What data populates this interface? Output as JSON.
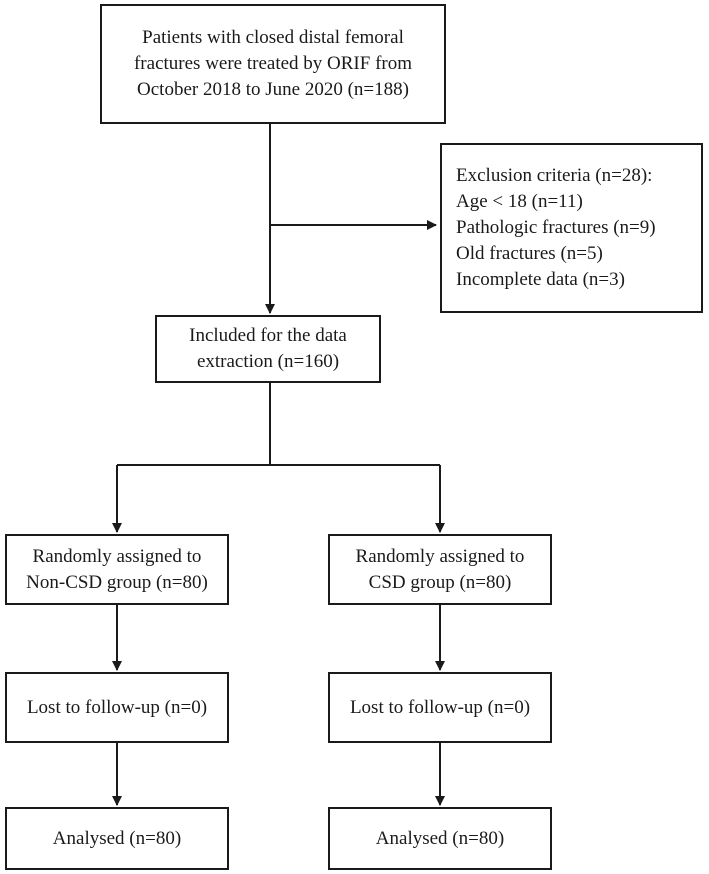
{
  "flow": {
    "start": {
      "lines": [
        "Patients with closed distal femoral",
        "fractures were treated by ORIF from",
        "October 2018 to June 2020 (n=188)"
      ]
    },
    "exclusion": {
      "lines": [
        "Exclusion criteria (n=28):",
        "Age < 18 (n=11)",
        "Pathologic fractures (n=9)",
        "Old fractures (n=5)",
        "Incomplete data (n=3)"
      ]
    },
    "included": {
      "lines": [
        "Included for the data",
        "extraction (n=160)"
      ]
    },
    "left_branch": {
      "assigned": {
        "lines": [
          "Randomly assigned to",
          "Non-CSD group (n=80)"
        ]
      },
      "lost": {
        "lines": [
          "Lost to follow-up (n=0)"
        ]
      },
      "analysed": {
        "lines": [
          "Analysed (n=80)"
        ]
      }
    },
    "right_branch": {
      "assigned": {
        "lines": [
          "Randomly assigned to",
          "CSD group (n=80)"
        ]
      },
      "lost": {
        "lines": [
          "Lost to follow-up (n=0)"
        ]
      },
      "analysed": {
        "lines": [
          "Analysed (n=80)"
        ]
      }
    }
  },
  "colors": {
    "ink": "#1a1a1a",
    "background": "#ffffff"
  }
}
